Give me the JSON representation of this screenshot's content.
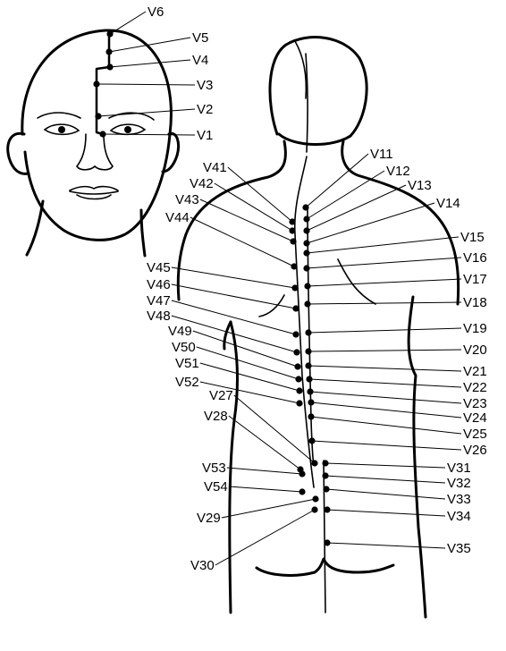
{
  "points": [
    {
      "id": "v1",
      "label": "V1"
    },
    {
      "id": "v2",
      "label": "V2"
    },
    {
      "id": "v3",
      "label": "V3"
    },
    {
      "id": "v4",
      "label": "V4"
    },
    {
      "id": "v5",
      "label": "V5"
    },
    {
      "id": "v6",
      "label": "V6"
    },
    {
      "id": "v11",
      "label": "V11"
    },
    {
      "id": "v12",
      "label": "V12"
    },
    {
      "id": "v13",
      "label": "V13"
    },
    {
      "id": "v14",
      "label": "V14"
    },
    {
      "id": "v15",
      "label": "V15"
    },
    {
      "id": "v16",
      "label": "V16"
    },
    {
      "id": "v17",
      "label": "V17"
    },
    {
      "id": "v18",
      "label": "V18"
    },
    {
      "id": "v19",
      "label": "V19"
    },
    {
      "id": "v20",
      "label": "V20"
    },
    {
      "id": "v21",
      "label": "V21"
    },
    {
      "id": "v22",
      "label": "V22"
    },
    {
      "id": "v23",
      "label": "V23"
    },
    {
      "id": "v24",
      "label": "V24"
    },
    {
      "id": "v25",
      "label": "V25"
    },
    {
      "id": "v26",
      "label": "V26"
    },
    {
      "id": "v27",
      "label": "V27"
    },
    {
      "id": "v28",
      "label": "V28"
    },
    {
      "id": "v29",
      "label": "V29"
    },
    {
      "id": "v30",
      "label": "V30"
    },
    {
      "id": "v31",
      "label": "V31"
    },
    {
      "id": "v32",
      "label": "V32"
    },
    {
      "id": "v33",
      "label": "V33"
    },
    {
      "id": "v34",
      "label": "V34"
    },
    {
      "id": "v35",
      "label": "V35"
    },
    {
      "id": "v41",
      "label": "V41"
    },
    {
      "id": "v42",
      "label": "V42"
    },
    {
      "id": "v43",
      "label": "V43"
    },
    {
      "id": "v44",
      "label": "V44"
    },
    {
      "id": "v45",
      "label": "V45"
    },
    {
      "id": "v46",
      "label": "V46"
    },
    {
      "id": "v47",
      "label": "V47"
    },
    {
      "id": "v48",
      "label": "V48"
    },
    {
      "id": "v49",
      "label": "V49"
    },
    {
      "id": "v50",
      "label": "V50"
    },
    {
      "id": "v51",
      "label": "V51"
    },
    {
      "id": "v52",
      "label": "V52"
    },
    {
      "id": "v53",
      "label": "V53"
    },
    {
      "id": "v54",
      "label": "V54"
    }
  ]
}
